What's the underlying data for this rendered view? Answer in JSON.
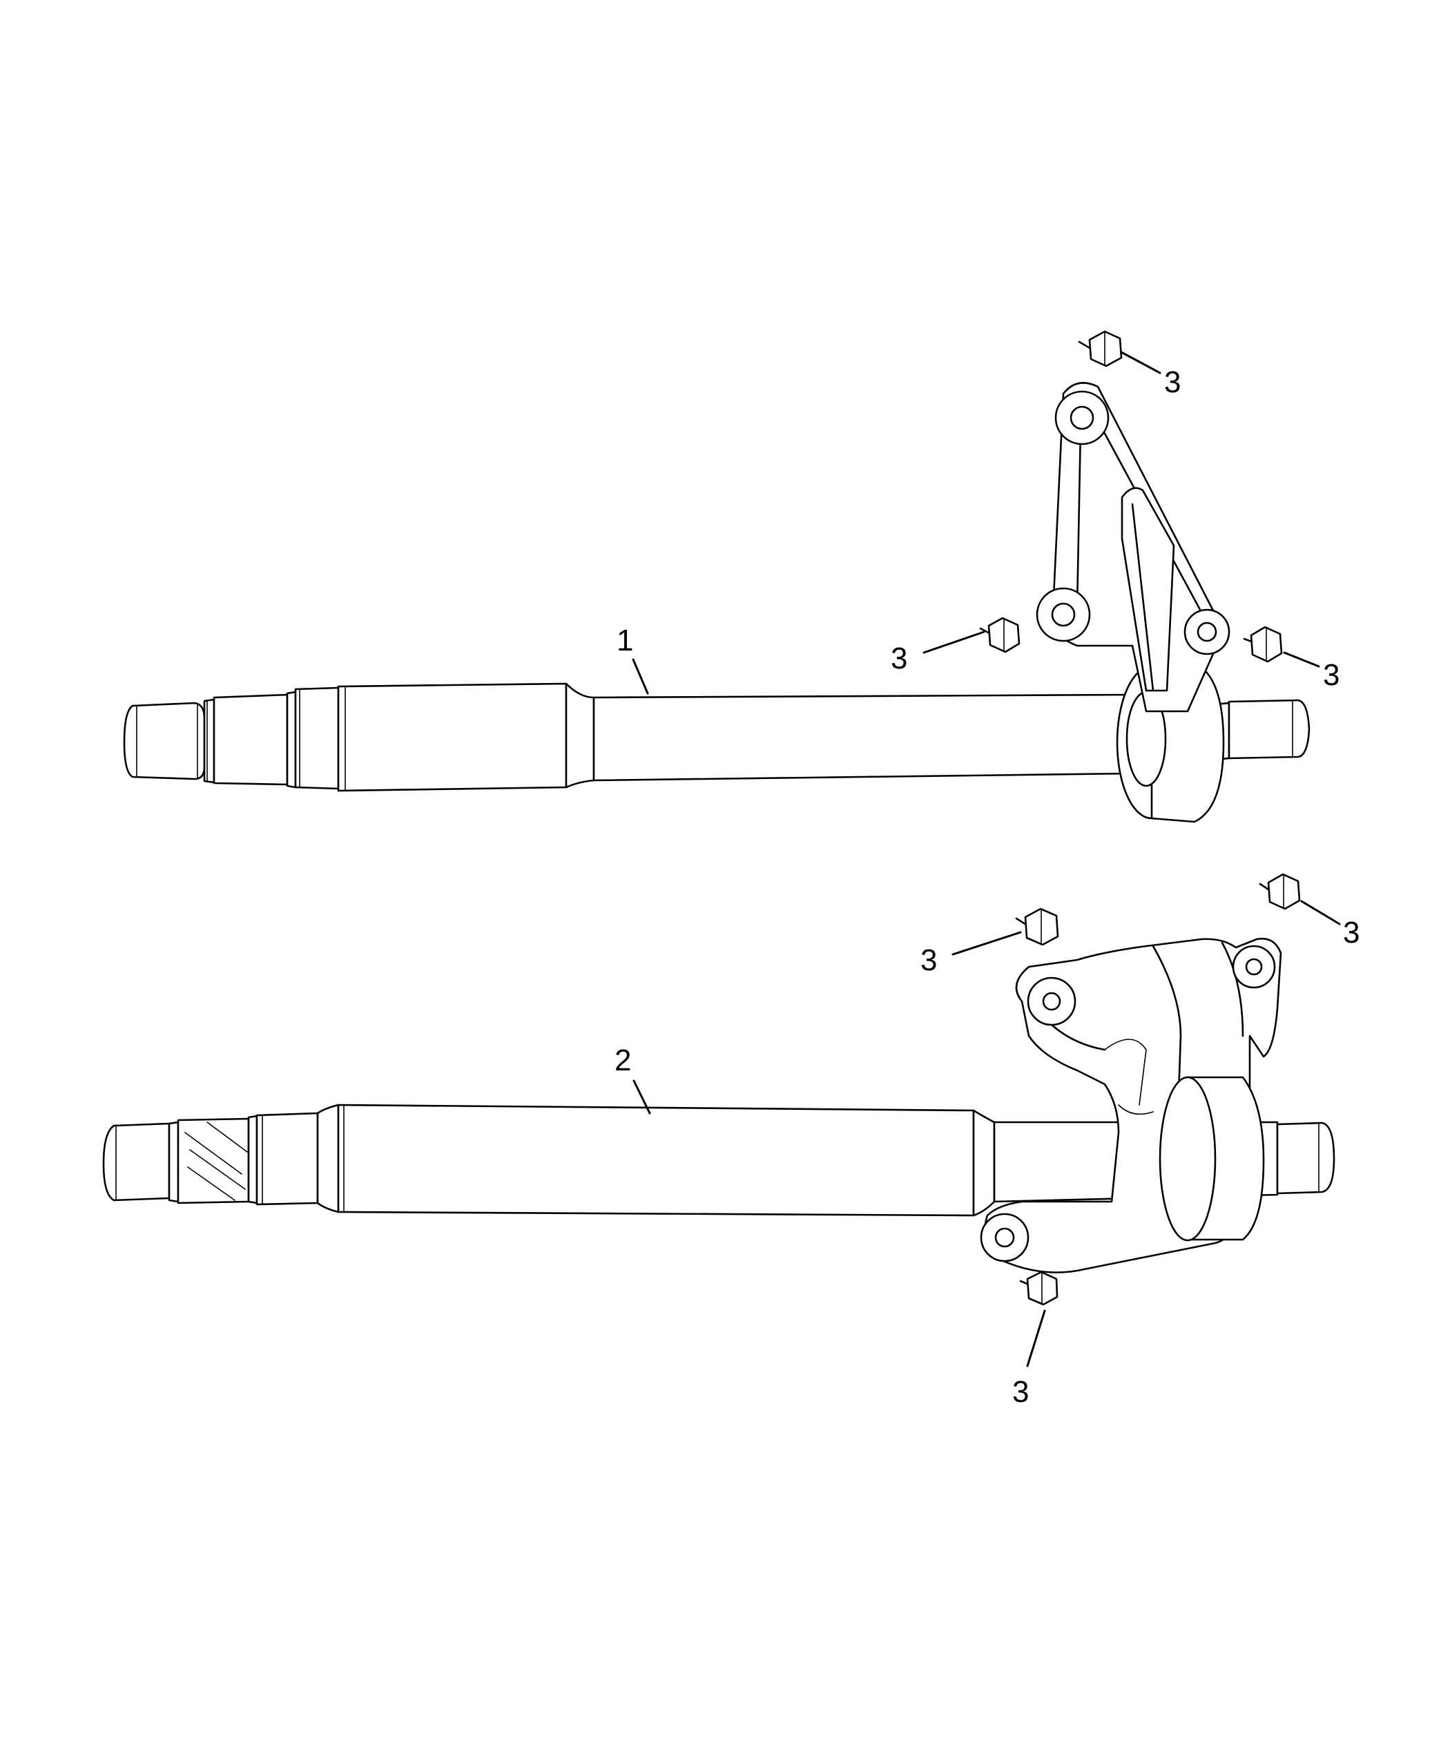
{
  "callouts": {
    "item1": "1",
    "item2": "2",
    "bolt_upper_top": "3",
    "bolt_upper_left": "3",
    "bolt_upper_right": "3",
    "bolt_lower_left": "3",
    "bolt_lower_right": "3",
    "bolt_lower_bottom": "3"
  },
  "colors": {
    "line": "#000000",
    "background": "#ffffff"
  }
}
